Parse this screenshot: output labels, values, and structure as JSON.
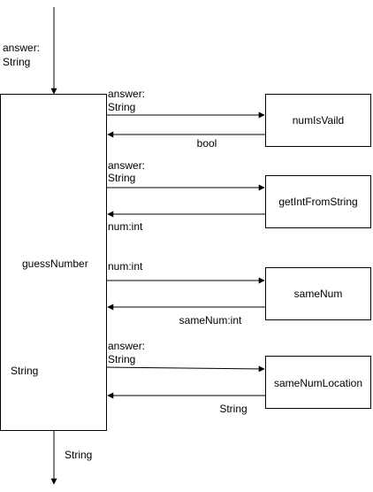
{
  "diagram": {
    "input_label": [
      "answer:",
      "String"
    ],
    "main_box": {
      "label": "guessNumber",
      "return_label": "String"
    },
    "output_label": "String",
    "calls": [
      {
        "name": "numIsVaild",
        "send_label": [
          "answer:",
          "String"
        ],
        "return_label": "bool"
      },
      {
        "name": "getIntFromString",
        "send_label": [
          "answer:",
          "String"
        ],
        "return_label": "num:int"
      },
      {
        "name": "sameNum",
        "send_label": [
          "num:int"
        ],
        "return_label": "sameNum:int"
      },
      {
        "name": "sameNumLocation",
        "send_label": [
          "answer:",
          "String"
        ],
        "return_label": "String"
      }
    ]
  }
}
